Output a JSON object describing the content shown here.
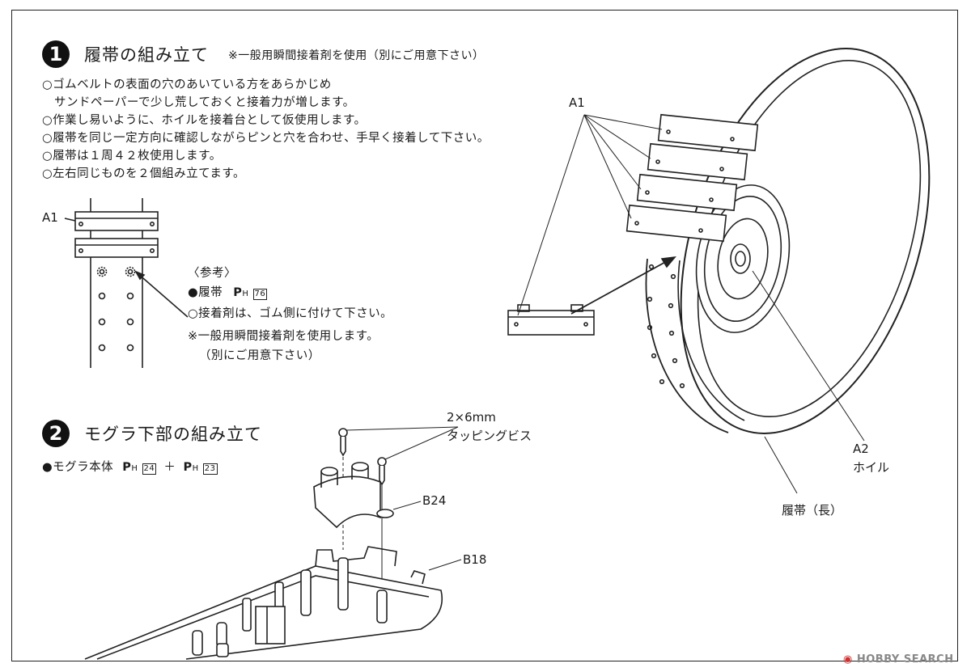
{
  "step1": {
    "number": "1",
    "title": "履帯の組み立て",
    "note": "※一般用瞬間接着剤を使用（別にご用意下さい）",
    "instructions": [
      "○ゴムベルトの表面の穴のあいている方をあらかじめ",
      "　サンドペーパーで少し荒しておくと接着力が増します。",
      "○作業し易いように、ホイルを接着台として仮使用します。",
      "○履帯を同じ一定方向に確認しながらピンと穴を合わせ、手早く接着して下さい。",
      "○履帯は１周４２枚使用します。",
      "○左右同じものを２個組み立てます。"
    ],
    "detail_label": "A1",
    "reference": {
      "heading": "〈参考〉",
      "item_bullet": "●履帯",
      "item_page_prefix": "P",
      "item_page_sub": "H",
      "item_page_num": "76",
      "glue_note": "○接着剤は、ゴム側に付けて下さい。",
      "glue_type": "※一般用瞬間接着剤を使用します。",
      "glue_supply": "（別にご用意下さい）"
    },
    "right_labels": {
      "a1": "A1",
      "a2": "A2",
      "wheel": "ホイル",
      "track": "履帯（長）"
    }
  },
  "step2": {
    "number": "2",
    "title": "モグラ下部の組み立て",
    "parts_bullet": "●モグラ本体",
    "parts_page_prefix": "P",
    "parts_page_sub": "H",
    "parts_page_a": "24",
    "parts_plus": "＋",
    "parts_page_b": "23",
    "screw_size": "2×6mm",
    "screw_type": "タッピングビス",
    "label_b24": "B24",
    "label_b18": "B18"
  },
  "watermark": "HOBBY SEARCH"
}
